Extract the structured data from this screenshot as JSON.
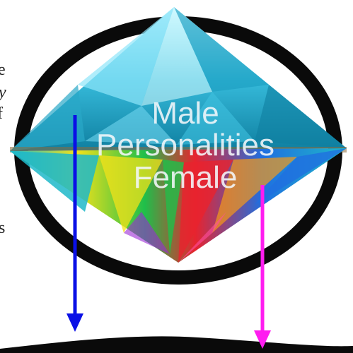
{
  "diagram": {
    "labels": {
      "top": "Male",
      "middle": "Personalities",
      "bottom": "Female"
    },
    "left_edge_fragments": [
      "e",
      "y",
      "f",
      "s"
    ],
    "colors": {
      "ring": "#0a0a0a",
      "down_arrow_left": "#0a10e6",
      "down_arrow_right": "#ff1cf0",
      "crown_light": "#b9f3ff",
      "crown_mid": "#2fb9d8",
      "crown_dark": "#0b6f8c",
      "pavilion_red": "#e8232e",
      "pavilion_green": "#1fbf4a",
      "pavilion_yellow": "#f3e21a",
      "pavilion_blue": "#1f6fe0",
      "pavilion_teal": "#1fb8c9"
    },
    "icons": {
      "left_arrow": "arrow-down-icon",
      "right_arrow": "arrow-down-icon",
      "gem": "diamond-icon"
    }
  }
}
